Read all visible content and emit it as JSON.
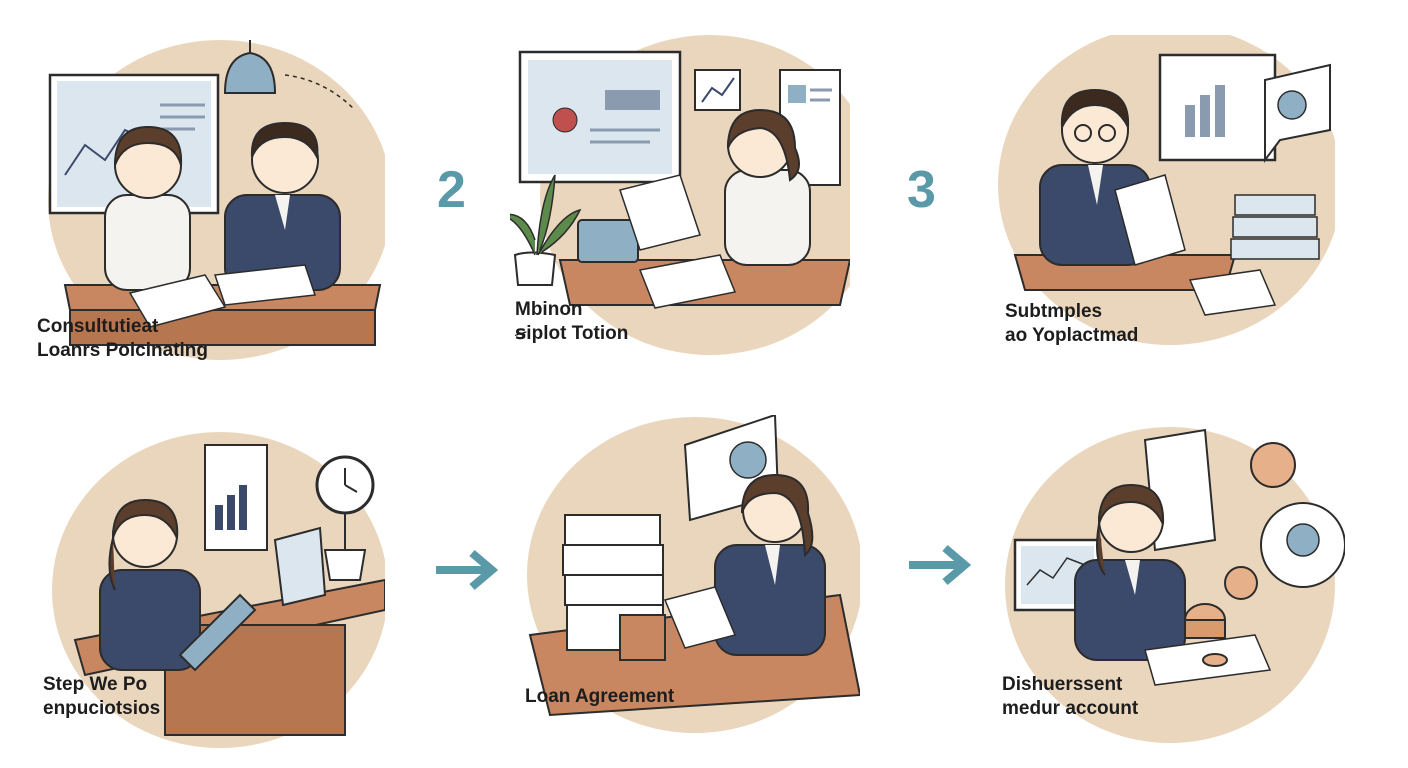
{
  "colors": {
    "circle": "#ead6bd",
    "desk": "#c88760",
    "suit": "#3b4a6b",
    "accent": "#5a9aa8",
    "line": "#2c2c2c",
    "paper": "#ffffff",
    "screen": "#dce6ee"
  },
  "connectors": {
    "step2": "2",
    "step3": "3"
  },
  "steps": [
    {
      "line1": "Consultutieat",
      "line2": "Loanrs Poicinating",
      "icons": [
        "whiteboard-icon",
        "lamp-icon",
        "document-icon"
      ]
    },
    {
      "line1": "Mbinon",
      "line2": "ꞩiplot Totion",
      "icons": [
        "monitor-icon",
        "plant-icon",
        "phone-icon",
        "chart-icon"
      ]
    },
    {
      "line1": "Subtmples",
      "line2": "ao Yoplactmad",
      "icons": [
        "chart-icon",
        "pie-chart-icon",
        "document-stack-icon"
      ]
    },
    {
      "line1": "Step We Po",
      "line2": "enpuciotsios",
      "icons": [
        "laptop-icon",
        "clock-icon",
        "chart-icon"
      ]
    },
    {
      "line1": "Loan Agreement",
      "line2": "",
      "icons": [
        "paper-stack-icon",
        "profile-icon",
        "document-icon"
      ]
    },
    {
      "line1": "Dishuerssent",
      "line2": "medur account",
      "icons": [
        "coin-icon",
        "chart-icon",
        "speech-bubble-icon"
      ]
    }
  ]
}
